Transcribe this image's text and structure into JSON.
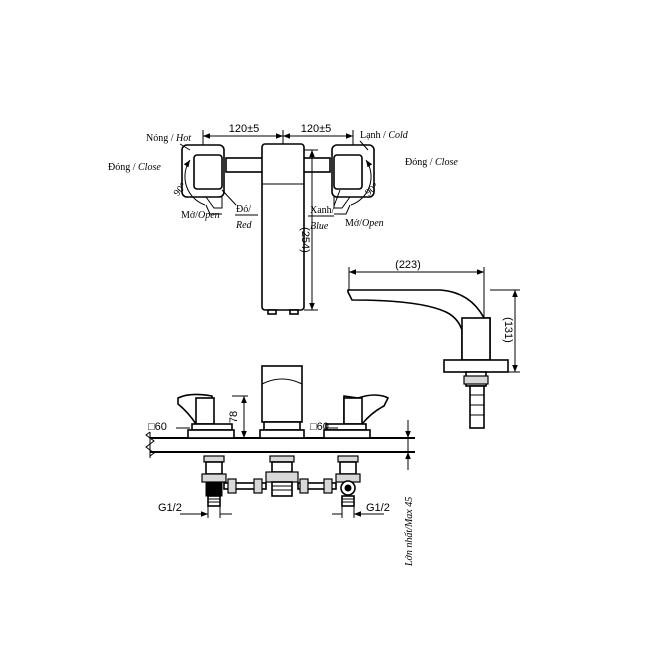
{
  "top_view": {
    "dim_left": "120±5",
    "dim_right": "120±5",
    "dim_spout": "(254)",
    "hot": {
      "vi": "Nóng /",
      "en": "Hot"
    },
    "cold": {
      "vi": "Lạnh /",
      "en": "Cold"
    },
    "close_left": {
      "vi": "Đóng /",
      "en": "Close"
    },
    "close_right": {
      "vi": "Đóng /",
      "en": "Close"
    },
    "open_left": {
      "vi": "Mở/",
      "en": "Open"
    },
    "open_right": {
      "vi": "Mở/",
      "en": "Open"
    },
    "angle_left": "90°",
    "angle_right": "90°",
    "red": {
      "vi": "Đỏ/",
      "en": "Red"
    },
    "blue": {
      "vi": "Xanh/",
      "en": "Blue"
    }
  },
  "side_view": {
    "dim_reach": "(223)",
    "dim_height": "(131)"
  },
  "front_view": {
    "handle_left": "□60",
    "handle_right": "□60",
    "dim_height": "78",
    "conn_left": "G1/2",
    "conn_right": "G1/2",
    "max_thickness": {
      "vi": "Lớn nhất/",
      "en": "Max 45"
    }
  }
}
